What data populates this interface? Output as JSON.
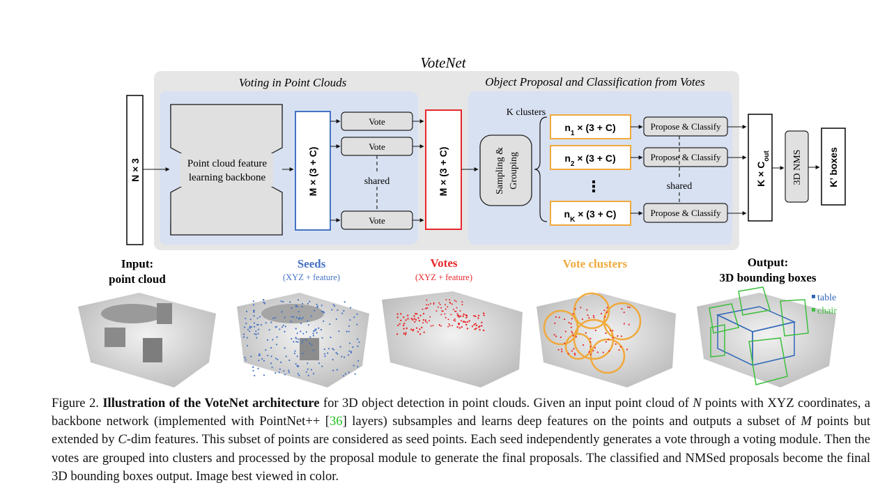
{
  "figure": {
    "title": "VoteNet",
    "voting_section_title": "Voting in Point Clouds",
    "proposal_section_title": "Object Proposal and Classification from Votes",
    "input_box": "N × 3",
    "backbone_label_line1": "Point cloud feature",
    "backbone_label_line2": "learning backbone",
    "seed_box": "M × (3 + C)",
    "vote_label": "Vote",
    "shared_label": "shared",
    "votes_box": "M × (3 + C)",
    "k_clusters_label": "K clusters",
    "sampling_label_line1": "Sampling &",
    "sampling_label_line2": "Grouping",
    "cluster_boxes": [
      {
        "prefix": "n",
        "sub": "1",
        "suffix": " × (3 + C)"
      },
      {
        "prefix": "n",
        "sub": "2",
        "suffix": " × (3 + C)"
      },
      {
        "prefix": "n",
        "sub": "K",
        "suffix": " × (3 + C)"
      }
    ],
    "ellipsis": "⋮",
    "propose_label": "Propose & Classify",
    "kc_box_prefix": "K × C",
    "kc_box_sub": "out",
    "nms_label": "3D NMS",
    "output_box": "K’ boxes"
  },
  "panels": {
    "input_line1": "Input:",
    "input_line2": "point cloud",
    "seeds_title": "Seeds",
    "seeds_sub": "(XYZ + feature)",
    "votes_title": "Votes",
    "votes_sub": "(XYZ + feature)",
    "clusters_title": "Vote clusters",
    "output_line1": "Output:",
    "output_line2": "3D bounding boxes",
    "legend_table": "table",
    "legend_chair": "chair"
  },
  "colors": {
    "seeds_blue": "#4472c4",
    "votes_red": "#e8262a",
    "clusters_orange": "#f0a93b",
    "table_blue": "#2f66b8",
    "chair_green": "#3cbf3c",
    "ref_green": "#22c322"
  },
  "caption": {
    "label": "Figure 2.",
    "bold_title": "Illustration of the VoteNet architecture",
    "text_1": " for 3D object detection in point clouds. Given an input point cloud of ",
    "var_n": "N",
    "text_2": " points with XYZ coordinates, a backbone network (implemented with PointNet++ [",
    "ref": "36",
    "text_3": "] layers) subsamples and learns deep features on the points and outputs a subset of ",
    "var_m": "M",
    "text_4": " points but extended by ",
    "var_c": "C",
    "text_5": "-dim features. This subset of points are considered as seed points. Each seed independently generates a vote through a voting module. Then the votes are grouped into clusters and processed by the proposal module to generate the final proposals. The classified and NMSed proposals become the final 3D bounding boxes output. Image best viewed in color."
  }
}
